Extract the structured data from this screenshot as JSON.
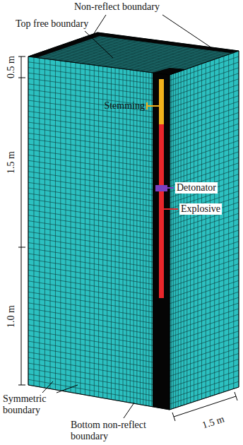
{
  "diagram": {
    "labels": [
      "Non-reflect boundary",
      "Top free boundary",
      "0.5 m",
      "1.5 m",
      "Stemming",
      "Detonator",
      "Explosive",
      "1.0 m",
      "Symmetric boundary",
      "Bottom non-reflect boundary",
      "1.5 m"
    ]
  }
}
